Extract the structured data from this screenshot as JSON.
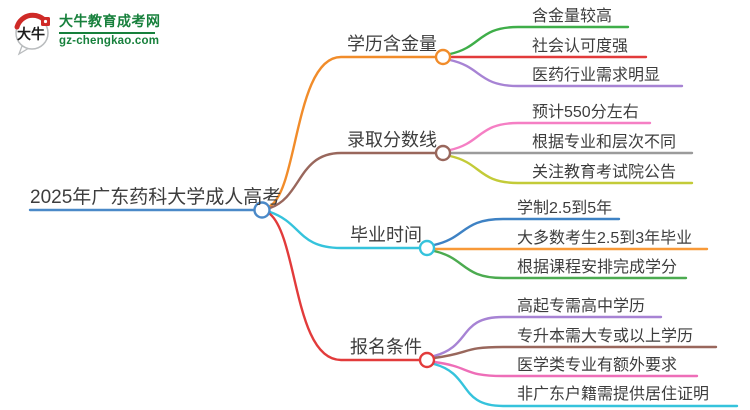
{
  "logo": {
    "icon_text": "大牛",
    "title": "大牛教育成考网",
    "url": "gz-chengkao.com",
    "brand_green": "#17803c",
    "brand_red": "#cf2a27"
  },
  "root": {
    "label": "2025年广东药科大学成人高考",
    "color": "#4a89c8"
  },
  "branches": [
    {
      "label": "学历含金量",
      "color": "#f18c2a",
      "children": [
        {
          "label": "含金量较高",
          "color": "#3fae49"
        },
        {
          "label": "社会认可度强",
          "color": "#e23b3b"
        },
        {
          "label": "医药行业需求明显",
          "color": "#a783d4"
        }
      ]
    },
    {
      "label": "录取分数线",
      "color": "#99675c",
      "children": [
        {
          "label": "预计550分左右",
          "color": "#f57fc4"
        },
        {
          "label": "根据专业和层次不同",
          "color": "#9b9b9b"
        },
        {
          "label": "关注教育考试院公告",
          "color": "#c3cb38"
        }
      ]
    },
    {
      "label": "毕业时间",
      "color": "#35c3dc",
      "children": [
        {
          "label": "学制2.5到5年",
          "color": "#3e82c4"
        },
        {
          "label": "大多数考生2.5到3年毕业",
          "color": "#f89938"
        },
        {
          "label": "根据课程安排完成学分",
          "color": "#4cab50"
        }
      ]
    },
    {
      "label": "报名条件",
      "color": "#e23b3b",
      "children": [
        {
          "label": "高起专需高中学历",
          "color": "#a783d4"
        },
        {
          "label": "专升本需大专或以上学历",
          "color": "#99675c"
        },
        {
          "label": "医学类专业有额外要求",
          "color": "#ee6eb8"
        },
        {
          "label": "非广东户籍需提供居住证明",
          "color": "#35c3dc"
        }
      ]
    }
  ]
}
